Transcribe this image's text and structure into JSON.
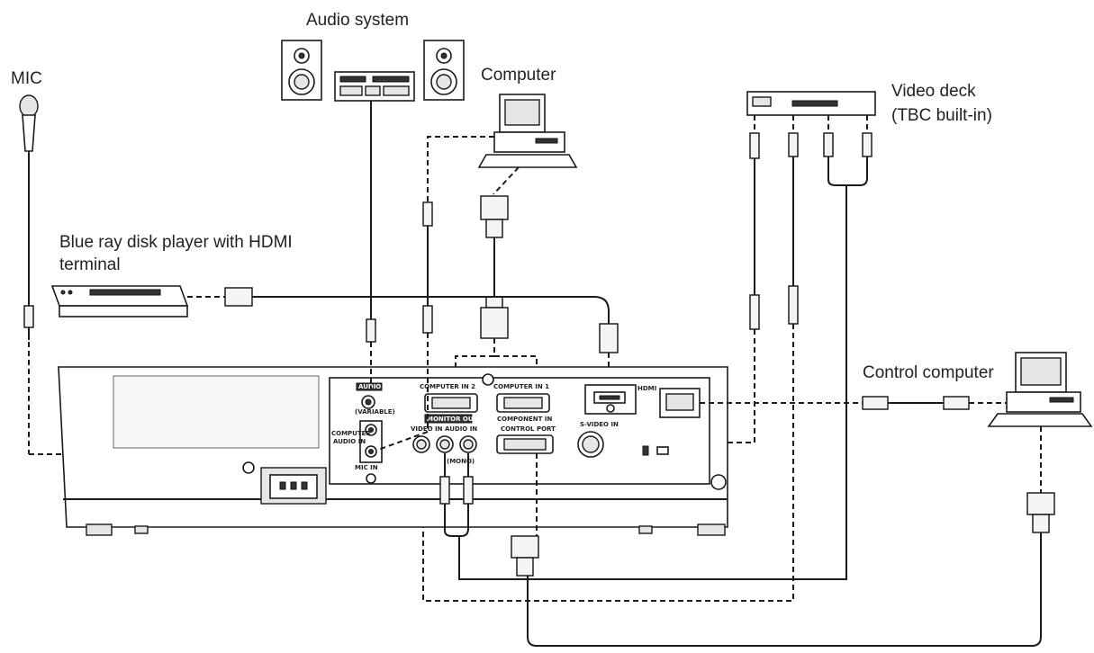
{
  "labels": {
    "audio_system": "Audio system",
    "mic": "MIC",
    "computer": "Computer",
    "video_deck_line1": "Video deck",
    "video_deck_line2": "(TBC built-in)",
    "bluray_line1": "Blue ray disk player with HDMI",
    "bluray_line2": "terminal",
    "control_computer": "Control computer"
  },
  "panel": {
    "audio_out": "AUDIO OUT",
    "variable": "(VARIABLE)",
    "computer_audio_in_1": "COMPUTER",
    "computer_audio_in_2": "AUDIO IN",
    "mic_in": "MIC IN",
    "computer_in_2": "COMPUTER IN 2",
    "computer_in_1": "COMPUTER IN 1",
    "monitor_out": "MONITOR OUT",
    "component_in": "COMPONENT IN",
    "video_in": "VIDEO IN",
    "audio_in": "AUDIO IN",
    "mono": "(MONO)",
    "control_port": "CONTROL PORT",
    "svideo_in": "S-VIDEO IN",
    "hdmi": "HDMI"
  }
}
